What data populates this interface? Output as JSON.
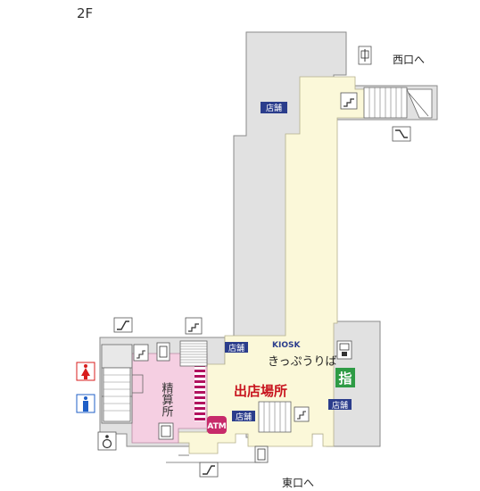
{
  "floor_label": "2F",
  "exits": {
    "west": "西口へ",
    "east": "東口へ"
  },
  "labels": {
    "shop": "店舗",
    "kiosk": "KIOSK",
    "ticket_area": "きっぷうりば",
    "shop_location": "出店場所",
    "fare_adjustment": "精算所",
    "atm": "ATM",
    "designated_seat": "指"
  },
  "colors": {
    "concourse": "#fbf8d9",
    "building": "#e1e1e1",
    "fare_office": "#f5cfe2",
    "shop_badge": "#2b3d8c",
    "shop_location_text": "#c8141e",
    "atm": "#c72a6a",
    "designated_seat": "#2e9b45",
    "restroom_female": "#d81e1e",
    "restroom_male": "#1f5fc7"
  },
  "icons": [
    "elevator-icon",
    "escalator-icon",
    "stairs-icon",
    "restroom-female-icon",
    "restroom-male-icon",
    "wheelchair-icon",
    "ticket-machine-icon"
  ]
}
